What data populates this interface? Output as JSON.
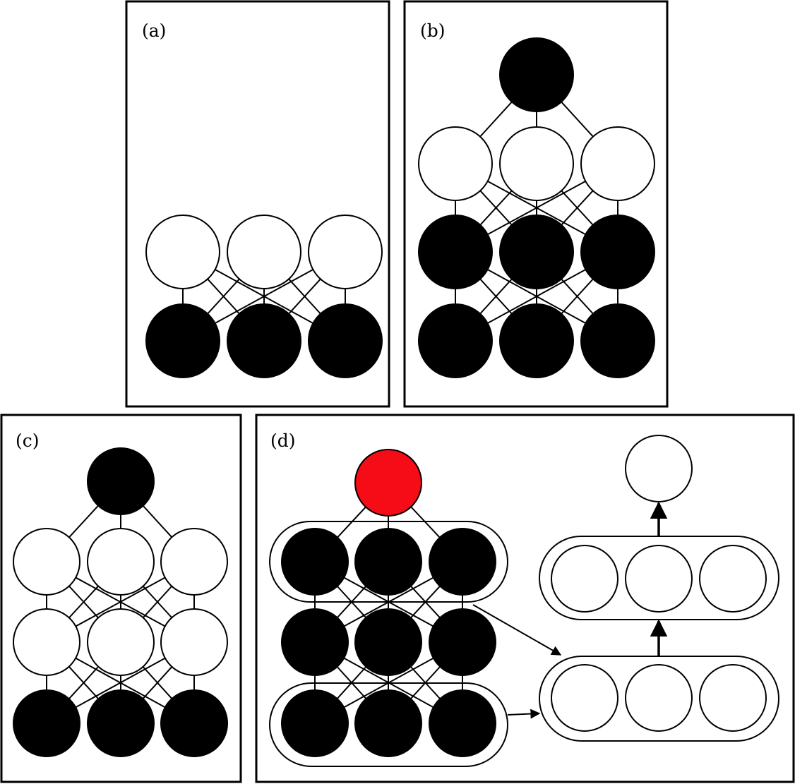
{
  "panels": {
    "a": {
      "label": "(a)"
    },
    "b": {
      "label": "(b)"
    },
    "c": {
      "label": "(c)"
    },
    "d": {
      "label": "(d)"
    }
  },
  "colors": {
    "empty_node": "#ffffff",
    "filled_node": "#000000",
    "highlight_node": "#f50c16",
    "stroke": "#000000"
  }
}
